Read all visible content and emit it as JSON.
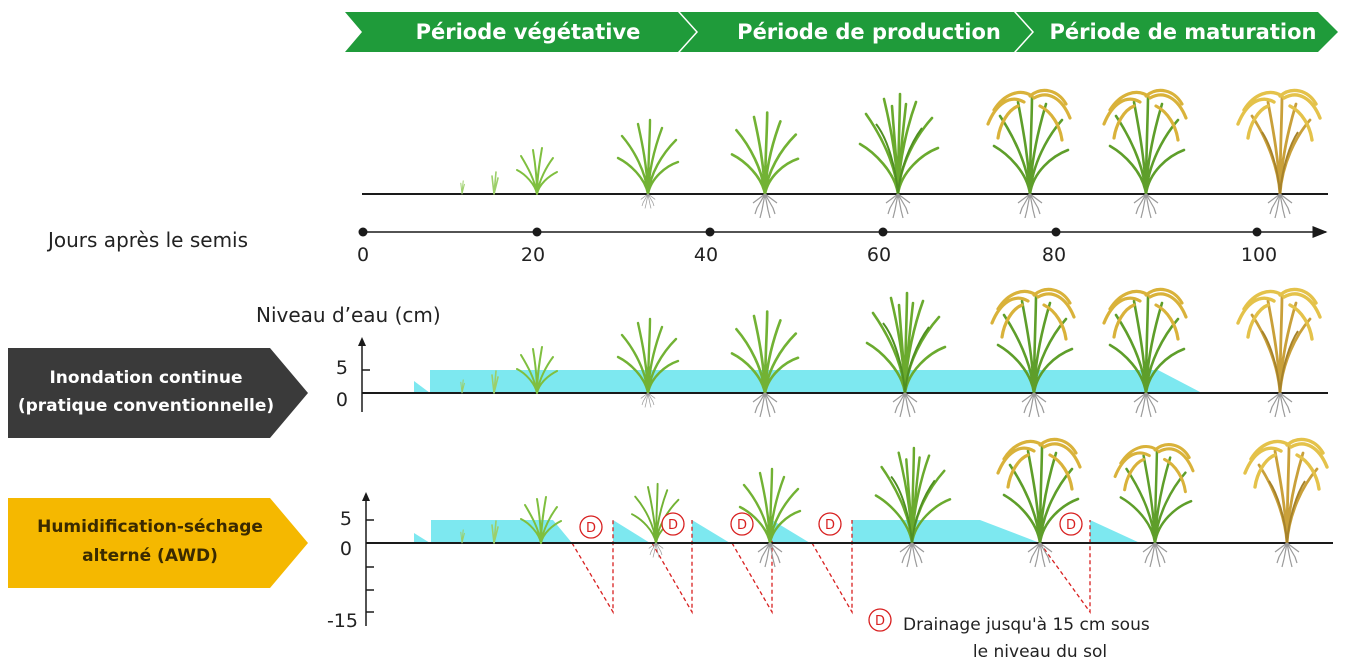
{
  "colors": {
    "phase_banner": "#1f9b3a",
    "water": "#7de8f0",
    "drain_marker": "#d82020",
    "continuous_box": "#3a3a3a",
    "awd_box": "#f5b800",
    "plant_green": "#6aaa2e",
    "plant_ripe": "#d9b23a",
    "roots": "#9a9a9a"
  },
  "phases": [
    {
      "label": "Période végétative"
    },
    {
      "label": "Période de production"
    },
    {
      "label": "Période de maturation"
    }
  ],
  "timeline": {
    "label": "Jours après le semis",
    "ticks": [
      "0",
      "20",
      "40",
      "60",
      "80",
      "100"
    ]
  },
  "water_axis": {
    "label": "Niveau  d’eau (cm)",
    "continuous_ticks": [
      "5",
      "0"
    ],
    "awd_ticks": [
      "5",
      "0",
      "-15"
    ]
  },
  "practices": {
    "continuous": {
      "line1": "Inondation continue",
      "line2": "(pratique conventionnelle)"
    },
    "awd": {
      "line1": "Humidification-séchage",
      "line2": "alterné (AWD)"
    }
  },
  "drain_marker_letter": "D",
  "legend": {
    "marker": "D",
    "line1": "Drainage jusqu'à 15 cm sous",
    "line2": "le niveau du sol"
  },
  "plants": {
    "top_row": [
      {
        "day": 15,
        "stage": "seedling-icon"
      },
      {
        "day": 20,
        "stage": "young-plant-icon"
      },
      {
        "day": 33,
        "stage": "tillering-plant-icon"
      },
      {
        "day": 46,
        "stage": "tillering-plant-icon"
      },
      {
        "day": 61,
        "stage": "flowering-plant-icon"
      },
      {
        "day": 76,
        "stage": "ripening-plant-icon"
      },
      {
        "day": 90,
        "stage": "ripening-plant-icon"
      },
      {
        "day": 106,
        "stage": "mature-plant-icon"
      }
    ]
  }
}
